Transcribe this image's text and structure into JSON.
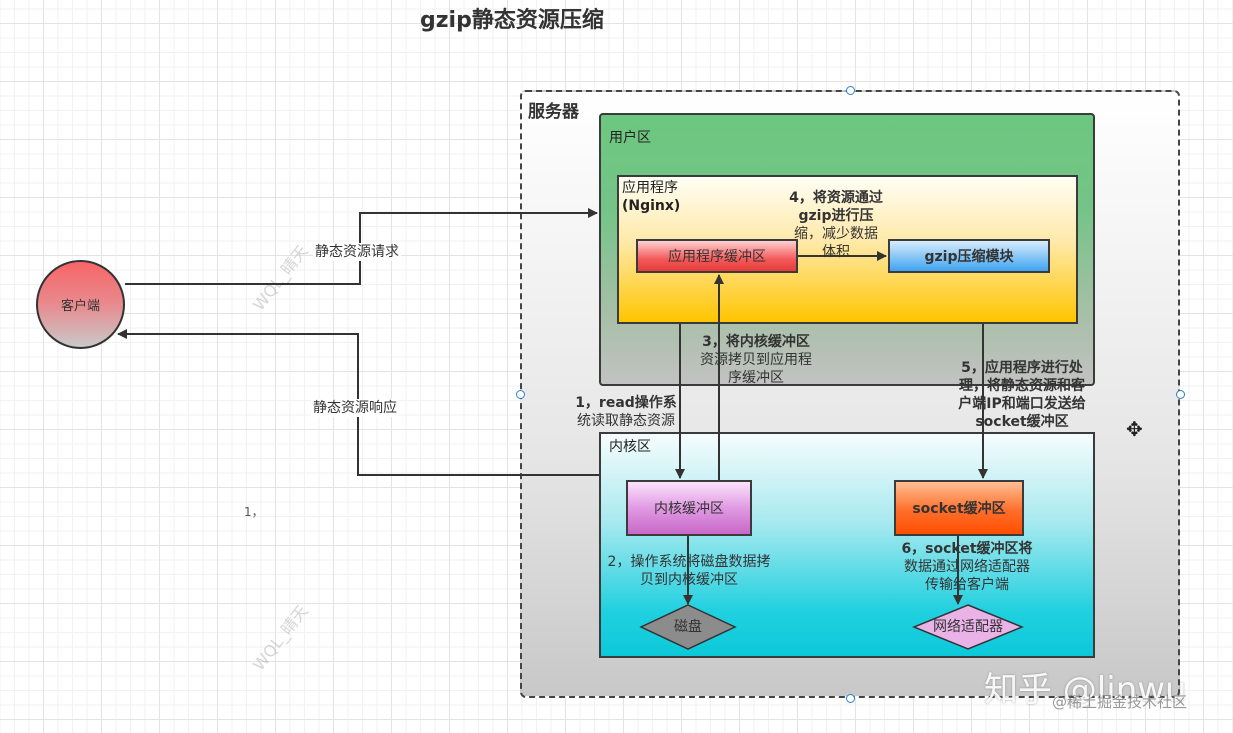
{
  "title": "gzip静态资源压缩",
  "client": {
    "label": "客户端"
  },
  "server": {
    "label": "服务器",
    "user_zone": {
      "label": "用户区",
      "app": {
        "label_line1": "应用程序",
        "label_line2": "(Nginx)",
        "app_buffer": "应用程序缓冲区",
        "gzip_module": "gzip压缩模块"
      }
    },
    "kernel_zone": {
      "label": "内核区",
      "kernel_buffer": "内核缓冲区",
      "socket_buffer": "socket缓冲区",
      "disk": "磁盘",
      "network_adapter": "网络适配器"
    }
  },
  "edges": {
    "request": "静态资源请求",
    "response": "静态资源响应"
  },
  "steps": {
    "step1": [
      "1，read操作系",
      "统读取静态资源"
    ],
    "step2": [
      "2，操作系统将磁盘数据拷",
      "贝到内核缓冲区"
    ],
    "step3": [
      "3，将内核缓冲区",
      "资源拷贝到应用程",
      "序缓冲区"
    ],
    "step4": [
      "4，将资源通过",
      "gzip进行压",
      "缩，减少数据",
      "体积"
    ],
    "step5": [
      "5，应用程序进行处",
      "理，将静态资源和客",
      "户端IP和端口发送给",
      "socket缓冲区"
    ],
    "step6": [
      "6，socket缓冲区将",
      "数据通过网络适配器",
      "传输给客户端"
    ]
  },
  "stray_text": "1，",
  "watermarks": {
    "diagonal": "WQL_晴天",
    "zhihu": "知乎 @linwu",
    "juejin": "@稀土掘金技术社区"
  },
  "colors": {
    "user_zone": "#6cc77f",
    "app_bg_bottom": "#ffc500",
    "app_buffer": "#e63b3b",
    "gzip_module": "#3fa3f2",
    "kernel_zone": "#0cc9da",
    "kernel_buffer": "#c868c9",
    "socket_buffer": "#ff4f00",
    "disk": "#8c8c8c",
    "network_adapter": "#e9b3e8",
    "client": "#f76567"
  }
}
